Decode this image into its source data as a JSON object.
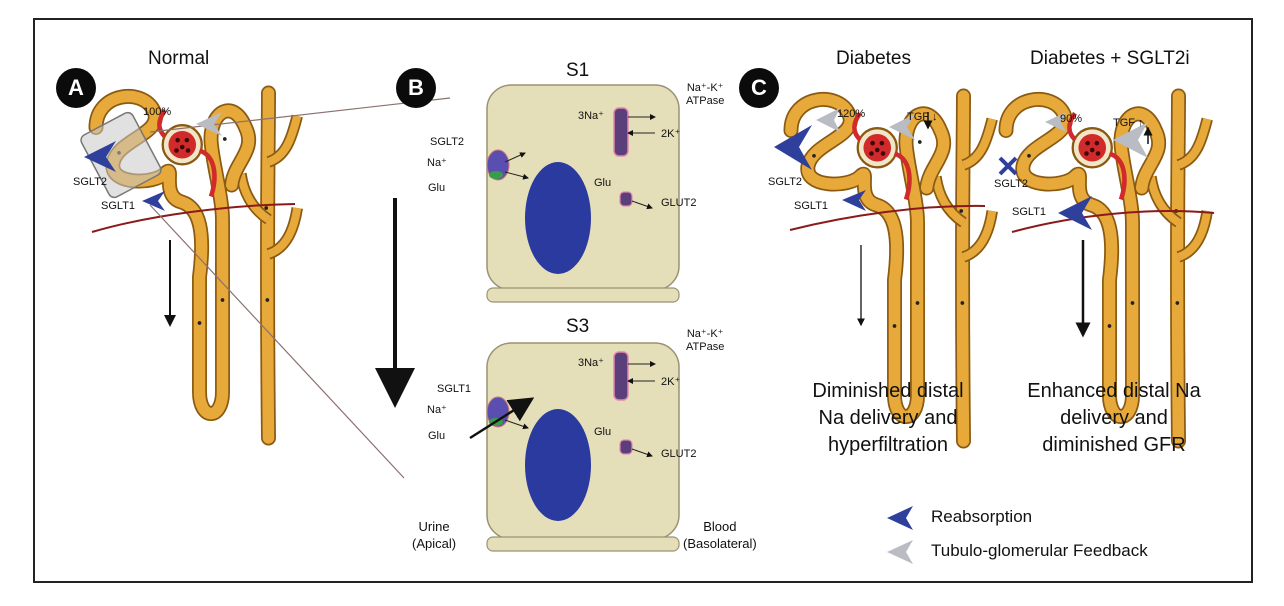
{
  "panels": {
    "a": {
      "badge": "A",
      "title": "Normal",
      "percent": "100%",
      "sglt2": "SGLT2",
      "sglt1": "SGLT1"
    },
    "b": {
      "badge": "B",
      "s1": {
        "title": "S1",
        "pump": "Na⁺-K⁺\nATPase",
        "na3": "3Na⁺",
        "k2": "2K⁺",
        "transporter": "SGLT2",
        "na": "Na⁺",
        "glu_left": "Glu",
        "glu_right": "Glu",
        "glut": "GLUT2"
      },
      "s3": {
        "title": "S3",
        "pump": "Na⁺-K⁺\nATPase",
        "na3": "3Na⁺",
        "k2": "2K⁺",
        "transporter": "SGLT1",
        "na": "Na⁺",
        "glu_left": "Glu",
        "glu_right": "Glu",
        "glut": "GLUT2"
      },
      "urine": "Urine\n(Apical)",
      "blood": "Blood\n(Basolateral)"
    },
    "c": {
      "badge": "C",
      "diabetes": {
        "title": "Diabetes",
        "percent": "120%",
        "tgf": "TGF ↓",
        "sglt2": "SGLT2",
        "sglt1": "SGLT1",
        "caption": "Diminished distal Na delivery and hyperfiltration"
      },
      "sglt2i": {
        "title": "Diabetes + SGLT2i",
        "percent": "90%",
        "tgf": "TGF ↑",
        "sglt2": "SGLT2",
        "sglt1": "SGLT1",
        "caption": "Enhanced distal Na delivery and diminished GFR"
      }
    }
  },
  "legend": {
    "reabsorption": "Reabsorption",
    "feedback": "Tubulo-glomerular Feedback"
  },
  "colors": {
    "tubule": "#e7a93a",
    "tubule_edge": "#8a5a12",
    "cell": "#e5dfb9",
    "nucleus": "#2b3a9e",
    "reabsorption_arrow": "#2f3f9c",
    "feedback_arrow": "#b9bcc2",
    "vessel": "#8b1a1a"
  }
}
